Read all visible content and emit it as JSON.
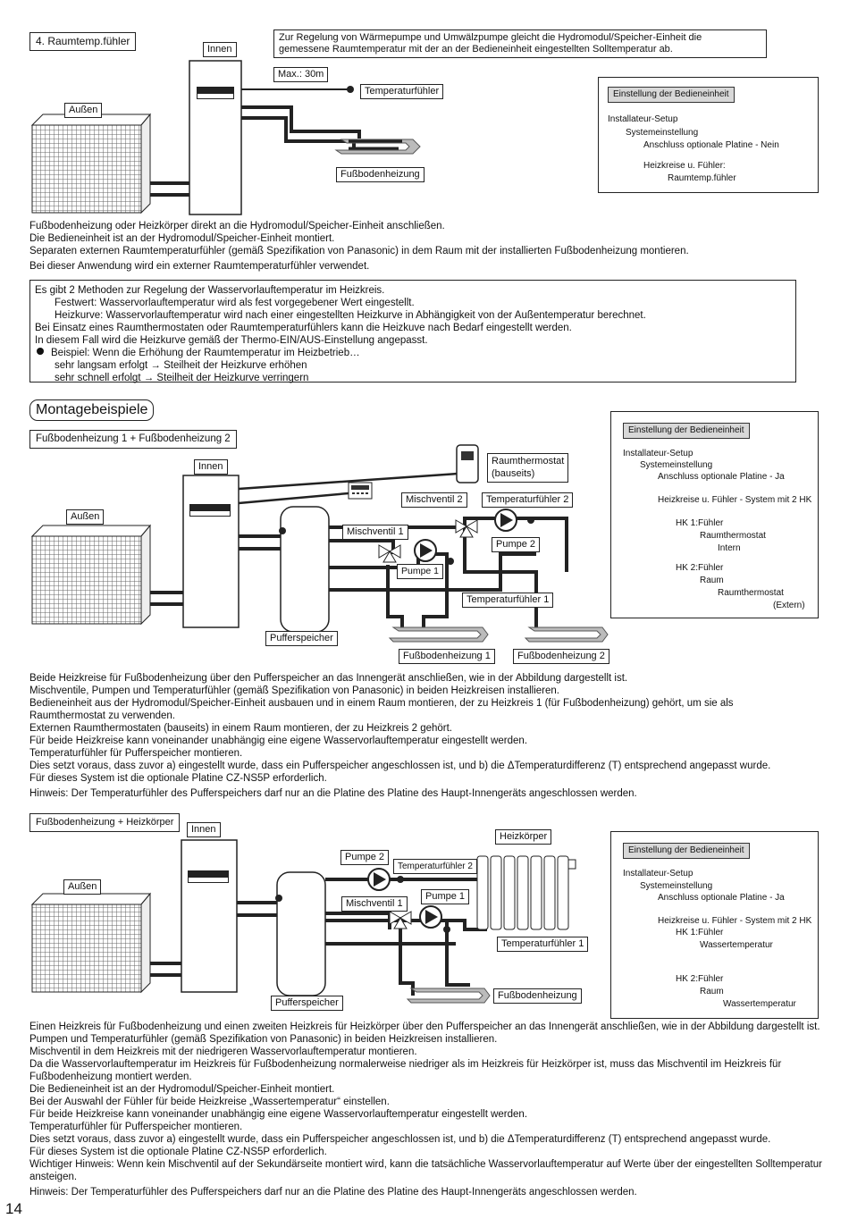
{
  "section1": {
    "title": "4. Raumtemp.fühler",
    "note": [
      "Zur Regelung von Wärmepumpe und Umwälzpumpe gleicht die Hydromodul/Speicher-Einheit die",
      "gemessene Raumtemperatur mit der an der Bedieneinheit eingestellten Solltemperatur ab."
    ],
    "labels": {
      "innen": "Innen",
      "aussen": "Außen",
      "max": "Max.: 30m",
      "temp_sensor": "Temperaturfühler",
      "floor": "Fußbodenheizung"
    },
    "settings": {
      "header": "Einstellung der Bedieneinheit",
      "lines": [
        "Installateur-Setup",
        "Systemeinstellung",
        "Anschluss optionale Platine - Nein",
        "Heizkreise u. Fühler:",
        "Raumtemp.fühler"
      ]
    },
    "paragraph": [
      "Fußbodenheizung oder Heizkörper direkt an die Hydromodul/Speicher-Einheit anschließen.",
      "Die Bedieneinheit ist an der Hydromodul/Speicher-Einheit montiert.",
      "Separaten externen Raumtemperaturfühler (gemäß Spezifikation von Panasonic) in dem Raum mit der installierten Fußbodenheizung montieren.",
      "Bei dieser Anwendung wird ein externer Raumtemperaturfühler verwendet."
    ]
  },
  "infobox": [
    "Es gibt 2 Methoden zur Regelung der Wasservorlauftemperatur im Heizkreis.",
    "Festwert: Wasservorlauftemperatur wird als fest vorgegebener Wert eingestellt.",
    "Heizkurve: Wasservorlauftemperatur wird nach einer eingestellten Heizkurve in Abhängigkeit von der Außentemperatur berechnet.",
    "Bei Einsatz eines Raumthermostaten oder Raumtemperaturfühlers kann die Heizkuve nach Bedarf eingestellt werden.",
    "In diesem Fall wird die Heizkurve gemäß der Thermo-EIN/AUS-Einstellung angepasst.",
    "Beispiel: Wenn die Erhöhung der Raumtemperatur im Heizbetrieb…",
    "sehr langsam erfolgt → Steilheit der Heizkurve erhöhen",
    "sehr schnell erfolgt → Steilheit der Heizkurve verringern"
  ],
  "montage_title": "Montagebeispiele",
  "example1": {
    "title": "Fußbodenheizung 1 + Fußbodenheizung 2",
    "labels": {
      "innen": "Innen",
      "aussen": "Außen",
      "thermostat_1": "Raumthermostat",
      "thermostat_2": "(bauseits)",
      "mix2": "Mischventil 2",
      "temp2": "Temperaturfühler 2",
      "mix1": "Mischventil 1",
      "pump2": "Pumpe 2",
      "pump1": "Pumpe 1",
      "temp1": "Temperaturfühler 1",
      "buffer": "Pufferspeicher",
      "floor1": "Fußbodenheizung 1",
      "floor2": "Fußbodenheizung 2"
    },
    "settings": {
      "header": "Einstellung der Bedieneinheit",
      "lines": [
        "Installateur-Setup",
        "Systemeinstellung",
        "Anschluss optionale Platine - Ja",
        "Heizkreise u. Fühler - System mit 2 HK",
        "HK 1:Fühler",
        "Raumthermostat",
        "Intern",
        "HK 2:Fühler",
        "Raum",
        "Raumthermostat",
        "(Extern)"
      ]
    },
    "paragraph": [
      "Beide Heizkreise für Fußbodenheizung über den Pufferspeicher an das Innengerät anschließen, wie in der Abbildung dargestellt ist.",
      "Mischventile, Pumpen und Temperaturfühler (gemäß Spezifikation von Panasonic) in beiden Heizkreisen installieren.",
      "Bedieneinheit aus der Hydromodul/Speicher-Einheit ausbauen und in einem Raum montieren, der zu Heizkreis 1 (für Fußbodenheizung) gehört, um sie als",
      "Raumthermostat zu verwenden.",
      "Externen Raumthermostaten (bauseits) in einem Raum montieren, der zu Heizkreis 2 gehört.",
      "Für beide Heizkreise kann voneinander unabhängig eine eigene Wasservorlauftemperatur eingestellt werden.",
      "Temperaturfühler für Pufferspeicher montieren.",
      "Dies setzt voraus, dass zuvor a) eingestellt wurde, dass ein Pufferspeicher angeschlossen ist, und b) die ΔTemperaturdifferenz (T) entsprechend angepasst wurde.",
      "Für dieses System ist die optionale Platine CZ-NS5P erforderlich.",
      "Hinweis: Der Temperaturfühler des Pufferspeichers darf nur an die Platine des Platine des Haupt-Innengeräts angeschlossen werden."
    ]
  },
  "example2": {
    "title": "Fußbodenheizung + Heizkörper",
    "labels": {
      "innen": "Innen",
      "aussen": "Außen",
      "radiator": "Heizkörper",
      "pump2": "Pumpe 2",
      "temp2": "Temperaturfühler 2",
      "pump1": "Pumpe 1",
      "mix1": "Mischventil 1",
      "temp1": "Temperaturfühler 1",
      "buffer": "Pufferspeicher",
      "floor": "Fußbodenheizung"
    },
    "settings": {
      "header": "Einstellung der Bedieneinheit",
      "lines": [
        "Installateur-Setup",
        "Systemeinstellung",
        "Anschluss optionale Platine - Ja",
        "Heizkreise u. Fühler - System mit 2 HK",
        "HK 1:Fühler",
        "Wassertemperatur",
        "HK 2:Fühler",
        "Raum",
        "Wassertemperatur"
      ]
    },
    "paragraph": [
      "Einen Heizkreis für Fußbodenheizung und einen zweiten Heizkreis für Heizkörper über den Pufferspeicher an das Innengerät anschließen, wie in der Abbildung dargestellt ist.",
      "Pumpen und Temperaturfühler (gemäß Spezifikation von Panasonic) in beiden Heizkreisen installieren.",
      "Mischventil in dem Heizkreis mit der niedrigeren Wasservorlauftemperatur montieren.",
      "Da die Wasservorlauftemperatur im Heizkreis für Fußbodenheizung normalerweise niedriger als im Heizkreis für Heizkörper ist, muss das Mischventil im Heizkreis für",
      "Fußbodenheizung montiert werden.",
      "Die Bedieneinheit ist an der Hydromodul/Speicher-Einheit montiert.",
      "Bei der Auswahl der Fühler für beide Heizkreise „Wassertemperatur“ einstellen.",
      "Für beide Heizkreise kann voneinander unabhängig eine eigene Wasservorlauftemperatur eingestellt werden.",
      "Temperaturfühler für Pufferspeicher montieren.",
      "Dies setzt voraus, dass zuvor a) eingestellt wurde, dass ein Pufferspeicher angeschlossen ist, und b) die ΔTemperaturdifferenz (T) entsprechend angepasst wurde.",
      "Für dieses System ist die optionale Platine CZ-NS5P erforderlich.",
      "Wichtiger Hinweis: Wenn kein Mischventil auf der Sekundärseite montiert wird, kann die tatsächliche Wasservorlauftemperatur auf Werte über der eingestellten Solltemperatur",
      "ansteigen.",
      "Hinweis: Der Temperaturfühler des Pufferspeichers darf nur an die Platine des Platine des Haupt-Innengeräts angeschlossen werden."
    ]
  },
  "page_number": "14"
}
